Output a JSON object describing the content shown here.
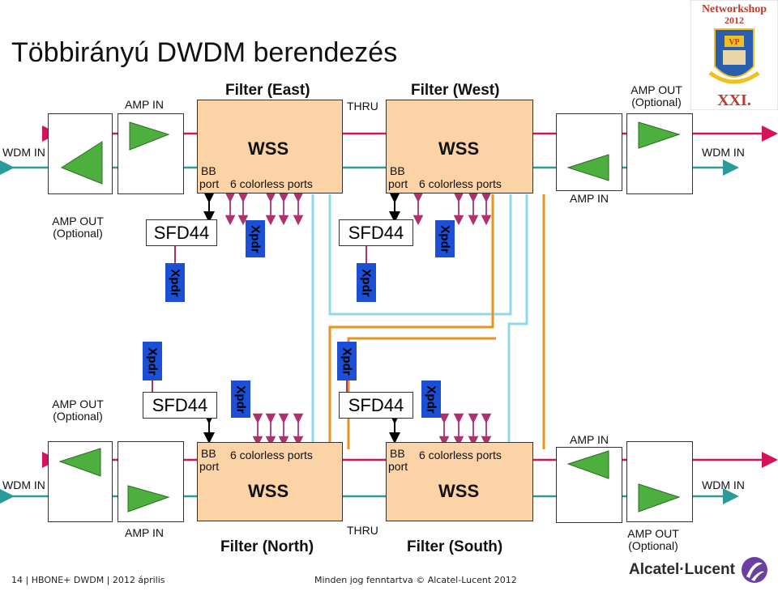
{
  "title": "Többirányú DWDM berendezés",
  "filters": {
    "east": "Filter (East)",
    "west": "Filter (West)",
    "north": "Filter (North)",
    "south": "Filter (South)"
  },
  "labels": {
    "amp_in": "AMP IN",
    "amp_out": "AMP OUT",
    "optional": "(Optional)",
    "thru": "THRU",
    "wdm_in": "WDM IN",
    "wss": "WSS",
    "bb": "BB",
    "port": "port",
    "colorless": "6 colorless ports",
    "sfd44": "SFD44",
    "xpdr": "Xpdr"
  },
  "logo": {
    "event": "Networkshop",
    "year": "2012",
    "edition": "XXI."
  },
  "footer": {
    "left": "14 | HBONE+ DWDM | 2012 április",
    "center": "Minden jog fenntartva © Alcatel-Lucent 2012",
    "brand": "Alcatel·Lucent"
  },
  "colors": {
    "wdm_line": "#d4145a",
    "wdm_teal": "#2a9a9a",
    "amp": "#4caf3e",
    "wss_fill": "#fbd3a7",
    "xpdr": "#1a4fd6",
    "port_arrow": "#b0306e",
    "thru_cyan": "#8fd8f0",
    "thru_orange": "#e8931e",
    "bb_arrow": "#000000"
  }
}
